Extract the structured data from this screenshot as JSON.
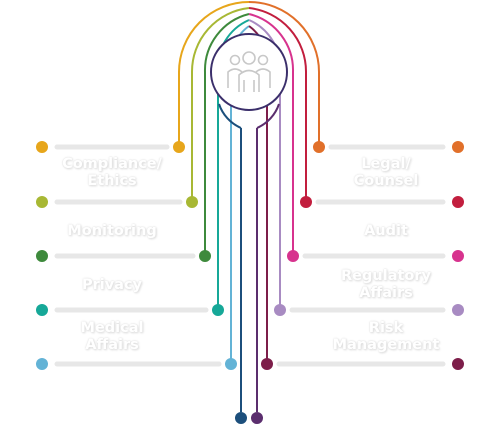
{
  "center_icon": "team-people-icon",
  "left_items": [
    {
      "label": "Compliance/\nEthics",
      "color": "#e7a61b"
    },
    {
      "label": "Monitoring",
      "color": "#a8b834"
    },
    {
      "label": "Privacy",
      "color": "#3e8a3c"
    },
    {
      "label": "Medical\nAffairs",
      "color": "#16a898"
    },
    {
      "label": "",
      "color": "#63b3d6"
    }
  ],
  "right_items": [
    {
      "label": "Legal/\nCounsel",
      "color": "#e1702a"
    },
    {
      "label": "Audit",
      "color": "#c21e3e"
    },
    {
      "label": "Regulatory\nAffairs",
      "color": "#d7338e"
    },
    {
      "label": "Risk\nManagement",
      "color": "#a88bc2"
    },
    {
      "label": "",
      "color": "#7d1e4a"
    }
  ],
  "bottom_colors": [
    "#1c4f7c",
    "#5b2e6e"
  ]
}
